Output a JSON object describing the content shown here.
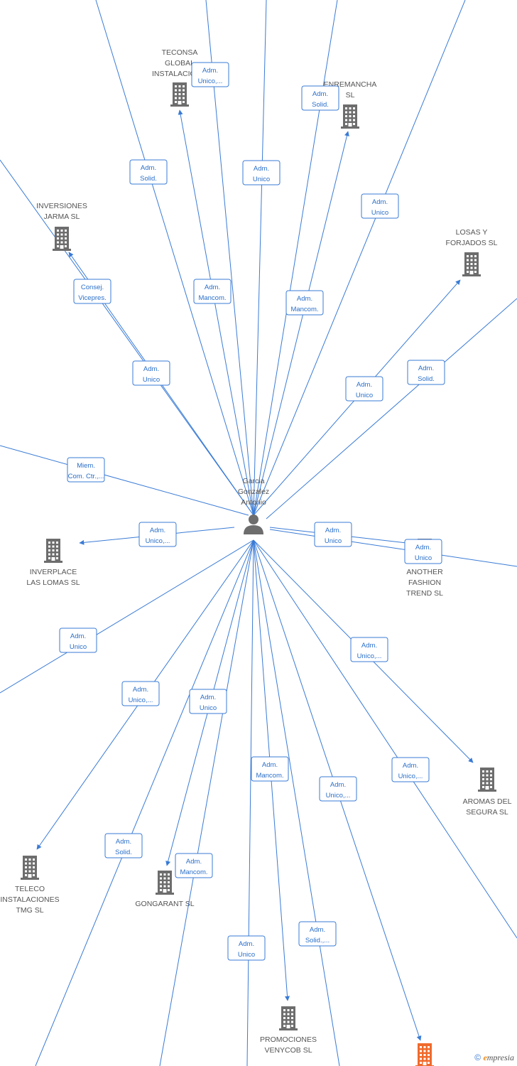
{
  "colors": {
    "edge": "#3a7bd5",
    "building": "#6d6d6d",
    "building_highlight": "#f06a2b",
    "person": "#6d6d6d"
  },
  "center": {
    "id": "center",
    "lines": [
      "Garcia",
      "Gonzalez",
      "Antonio"
    ],
    "icon": "person-icon"
  },
  "nodes": [
    {
      "id": "teconsa",
      "lines": [
        "TECONSA",
        "GLOBAL",
        "INSTALACION..."
      ],
      "icon": "building-icon"
    },
    {
      "id": "enremancha",
      "lines": [
        "ENREMANCHA",
        "SL"
      ],
      "icon": "building-icon"
    },
    {
      "id": "inversiones",
      "lines": [
        "INVERSIONES",
        "JARMA SL"
      ],
      "icon": "building-icon"
    },
    {
      "id": "losas",
      "lines": [
        "LOSAS Y",
        "FORJADOS SL"
      ],
      "icon": "building-icon"
    },
    {
      "id": "inverplace",
      "lines": [
        "INVERPLACE",
        "LAS LOMAS SL"
      ],
      "icon": "building-icon"
    },
    {
      "id": "another",
      "lines": [
        "ANOTHER",
        "FASHION",
        "TREND SL"
      ],
      "icon": "building-icon"
    },
    {
      "id": "aromas",
      "lines": [
        "AROMAS DEL",
        "SEGURA SL"
      ],
      "icon": "building-icon"
    },
    {
      "id": "teleco",
      "lines": [
        "TELECO",
        "INSTALACIONES",
        "TMG SL"
      ],
      "icon": "building-icon"
    },
    {
      "id": "gongarant",
      "lines": [
        "GONGARANT SL"
      ],
      "icon": "building-icon"
    },
    {
      "id": "promociones",
      "lines": [
        "PROMOCIONES",
        "VENYCOB SL"
      ],
      "icon": "building-icon"
    },
    {
      "id": "bottom_orange",
      "lines": [],
      "icon": "building-icon",
      "highlight": true
    }
  ],
  "relations": [
    {
      "lines": [
        "Adm.",
        "Unico,..."
      ]
    },
    {
      "lines": [
        "Adm.",
        "Solid."
      ]
    },
    {
      "lines": [
        "Adm.",
        "Solid."
      ]
    },
    {
      "lines": [
        "Adm.",
        "Unico"
      ]
    },
    {
      "lines": [
        "Adm.",
        "Unico"
      ]
    },
    {
      "lines": [
        "Consej.",
        "Vicepres."
      ]
    },
    {
      "lines": [
        "Adm.",
        "Mancom."
      ]
    },
    {
      "lines": [
        "Adm.",
        "Mancom."
      ]
    },
    {
      "lines": [
        "Adm.",
        "Unico"
      ]
    },
    {
      "lines": [
        "Adm.",
        "Unico"
      ]
    },
    {
      "lines": [
        "Adm.",
        "Solid."
      ]
    },
    {
      "lines": [
        "Miem.",
        "Com. Ctr.,..."
      ]
    },
    {
      "lines": [
        "Adm.",
        "Unico,..."
      ]
    },
    {
      "lines": [
        "Adm.",
        "Unico"
      ]
    },
    {
      "lines": [
        "Adm.",
        "Unico"
      ]
    },
    {
      "lines": [
        "Adm.",
        "Unico"
      ]
    },
    {
      "lines": [
        "Adm.",
        "Unico,..."
      ]
    },
    {
      "lines": [
        "Adm.",
        "Unico"
      ]
    },
    {
      "lines": [
        "Adm.",
        "Unico,..."
      ]
    },
    {
      "lines": [
        "Adm.",
        "Mancom."
      ]
    },
    {
      "lines": [
        "Adm.",
        "Unico,..."
      ]
    },
    {
      "lines": [
        "Adm.",
        "Unico,..."
      ]
    },
    {
      "lines": [
        "Adm.",
        "Solid."
      ]
    },
    {
      "lines": [
        "Adm.",
        "Mancom."
      ]
    },
    {
      "lines": [
        "Adm.",
        "Unico"
      ]
    },
    {
      "lines": [
        "Adm.",
        "Solid.,..."
      ]
    }
  ],
  "footer": {
    "copyright": "©",
    "brand_initial": "e",
    "brand_rest": "mpresia"
  }
}
